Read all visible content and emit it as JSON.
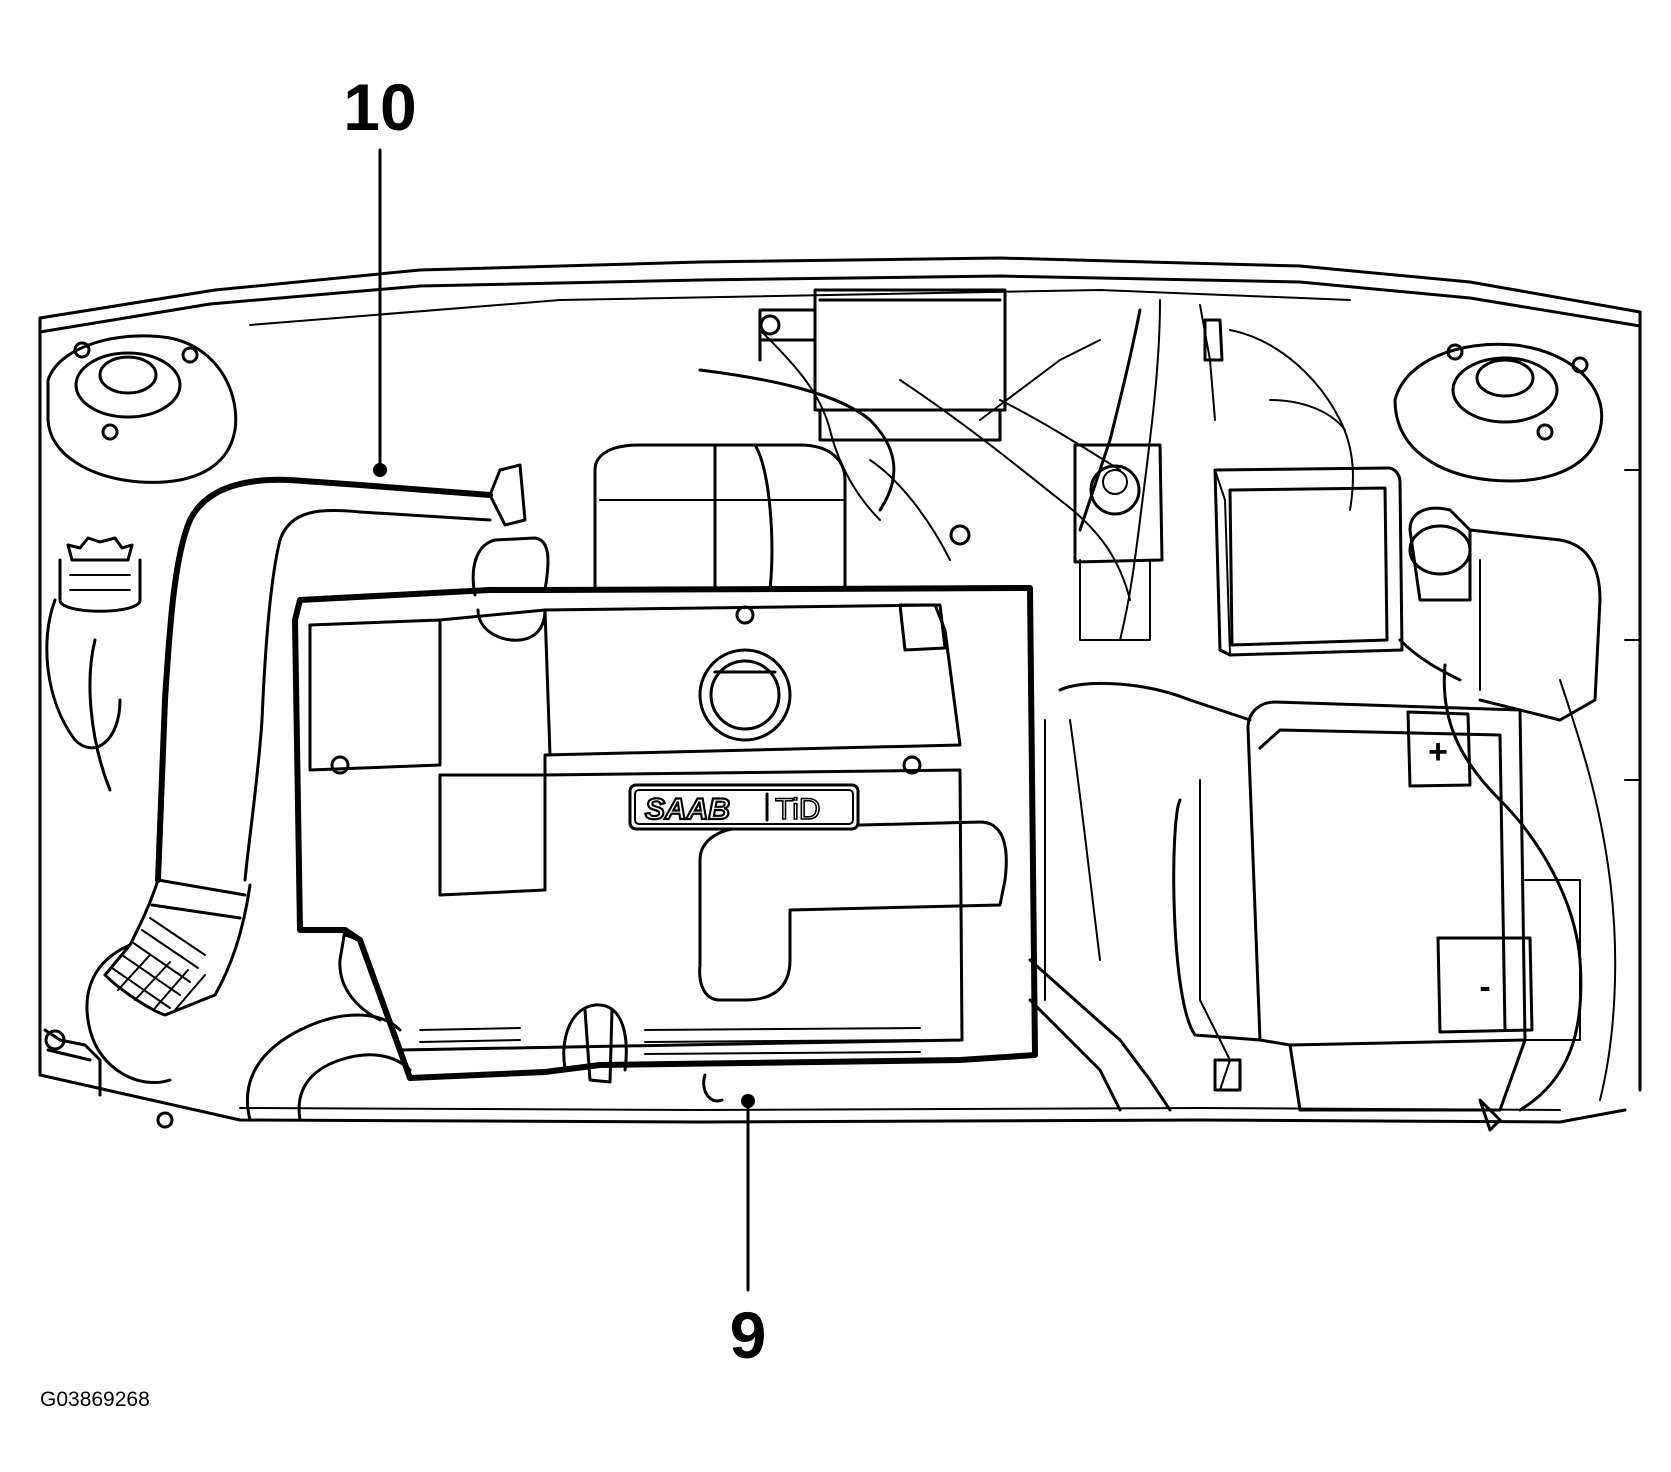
{
  "diagram": {
    "subject": "engine-compartment",
    "callouts": [
      {
        "id": "callout-10",
        "label": "10"
      },
      {
        "id": "callout-9",
        "label": "9"
      }
    ],
    "figure_id": "G03869268",
    "cover_logo": {
      "brand": "SAAB",
      "model": "TiD"
    },
    "battery_terminals": {
      "positive": "+",
      "negative": "-"
    }
  }
}
